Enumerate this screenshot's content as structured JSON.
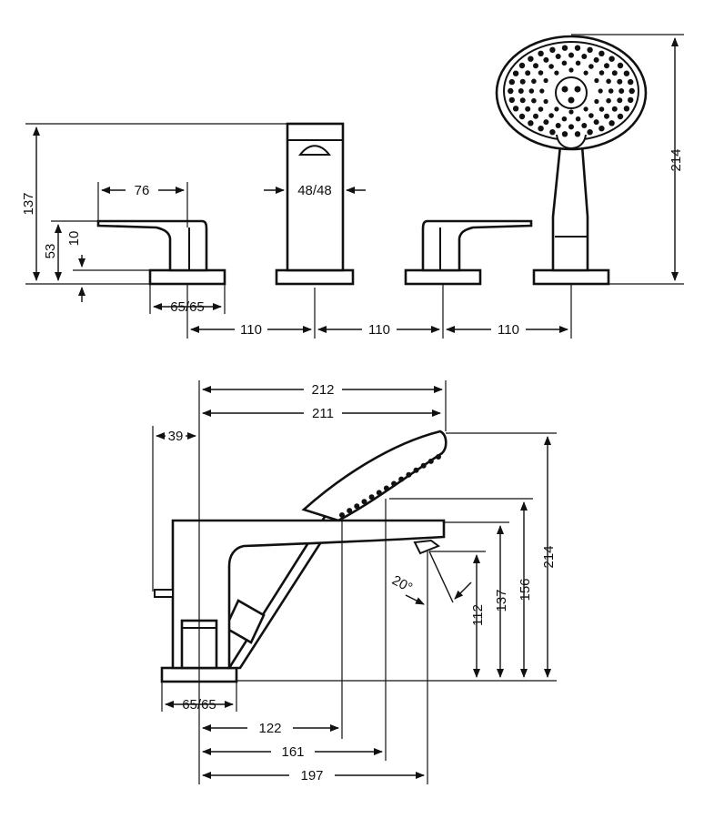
{
  "dimensions": {
    "top_handle_length": "76",
    "top_spout_width": "48/48",
    "top_overall_height": "137",
    "top_handle_height": "53",
    "top_base_height": "10",
    "top_base_width": "65/65",
    "spacing_1": "110",
    "spacing_2": "110",
    "spacing_3": "110",
    "shower_height": "214",
    "side_width_212": "212",
    "side_width_211": "211",
    "side_offset_39": "39",
    "side_height_214": "214",
    "side_height_156": "156",
    "side_height_137": "137",
    "side_height_112": "112",
    "side_angle": "20°",
    "side_base_width": "65/65",
    "side_depth_122": "122",
    "side_depth_161": "161",
    "side_depth_197": "197"
  }
}
